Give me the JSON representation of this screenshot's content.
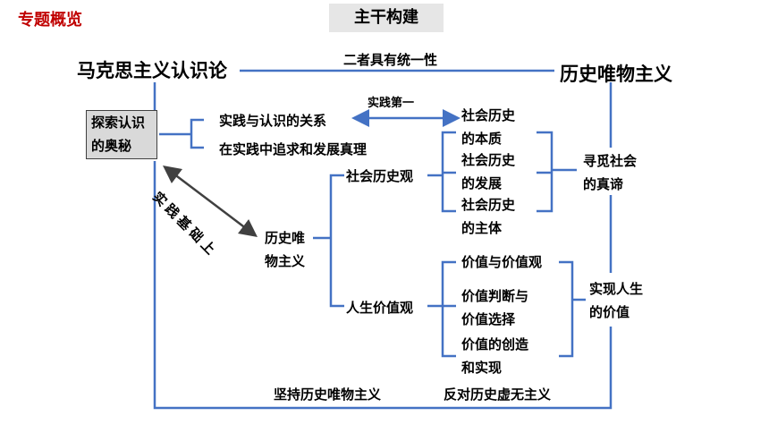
{
  "header": {
    "corner_title": "专题概览",
    "main_title": "主干构建"
  },
  "top": {
    "left": "马克思主义认识论",
    "right": "历史唯物主义",
    "link": "二者具有统一性"
  },
  "epistemology": {
    "box": [
      "探索认识",
      "的奥秘"
    ],
    "items": [
      "实践与认识的关系",
      "在实践中追求和发展真理"
    ],
    "practice_first": "实践第一",
    "diagonal": "实践基础上"
  },
  "materialism": {
    "node": [
      "历史唯",
      "物主义"
    ],
    "social_view": "社会历史观",
    "life_view": "人生价值观"
  },
  "social_items": [
    [
      "社会历史",
      "的本质"
    ],
    [
      "社会历史",
      "的发展"
    ],
    [
      "社会历史",
      "的主体"
    ]
  ],
  "social_summary": [
    "寻觅社会",
    "的真谛"
  ],
  "value_items": [
    [
      "价值与价值观"
    ],
    [
      "价值判断与",
      "价值选择"
    ],
    [
      "价值的创造",
      "和实现"
    ]
  ],
  "value_summary": [
    "实现人生",
    "的价值"
  ],
  "bottom": {
    "left": "坚持历史唯物主义",
    "right": "反对历史虚无主义"
  },
  "colors": {
    "line": "#4472c4",
    "title_accent": "#c00000",
    "title_bg": "#e6e6e6",
    "box_bg": "#d9d9d9"
  }
}
